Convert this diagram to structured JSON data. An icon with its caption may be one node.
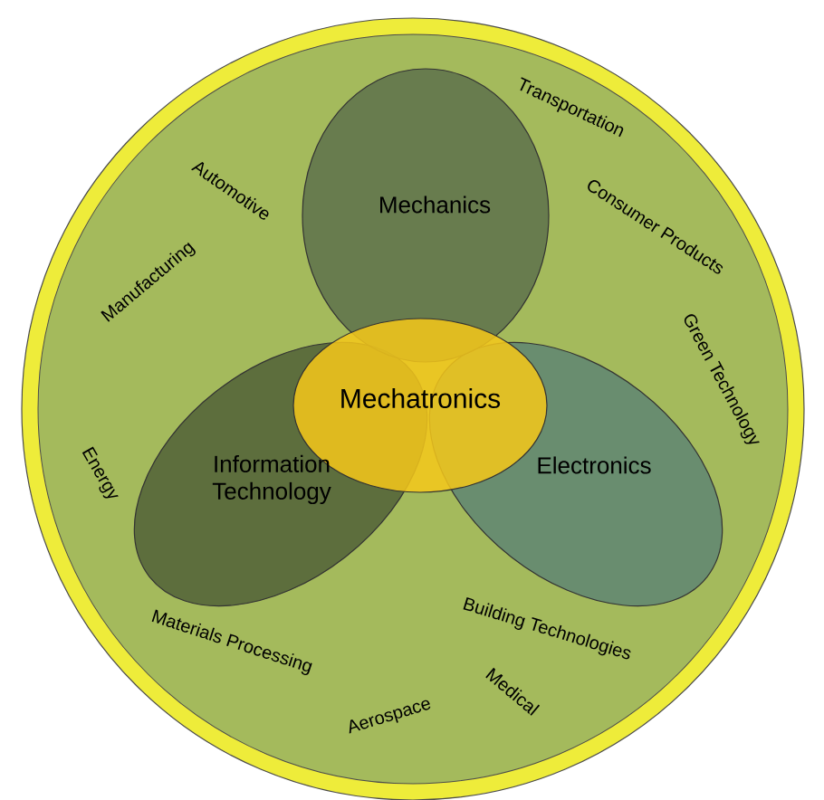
{
  "diagram": {
    "nodes": [
      {
        "text": [],
        "shape": "circle"
      },
      {
        "text": [
          "Information Technology"
        ],
        "in": 0
      },
      {
        "text": [
          "Electronics"
        ],
        "in": 0
      },
      {
        "text": [
          "Mechanics"
        ],
        "in": 0
      },
      {
        "text": [
          "Mechatronics"
        ],
        "in": 0
      }
    ],
    "labels": [
      "Transportation",
      "Automotive",
      "Consumer Products",
      "Manufacturing",
      "Green Technology",
      "Energy",
      "Materials Processing",
      "Building Technologies",
      "Medical",
      "Aerospace"
    ]
  }
}
